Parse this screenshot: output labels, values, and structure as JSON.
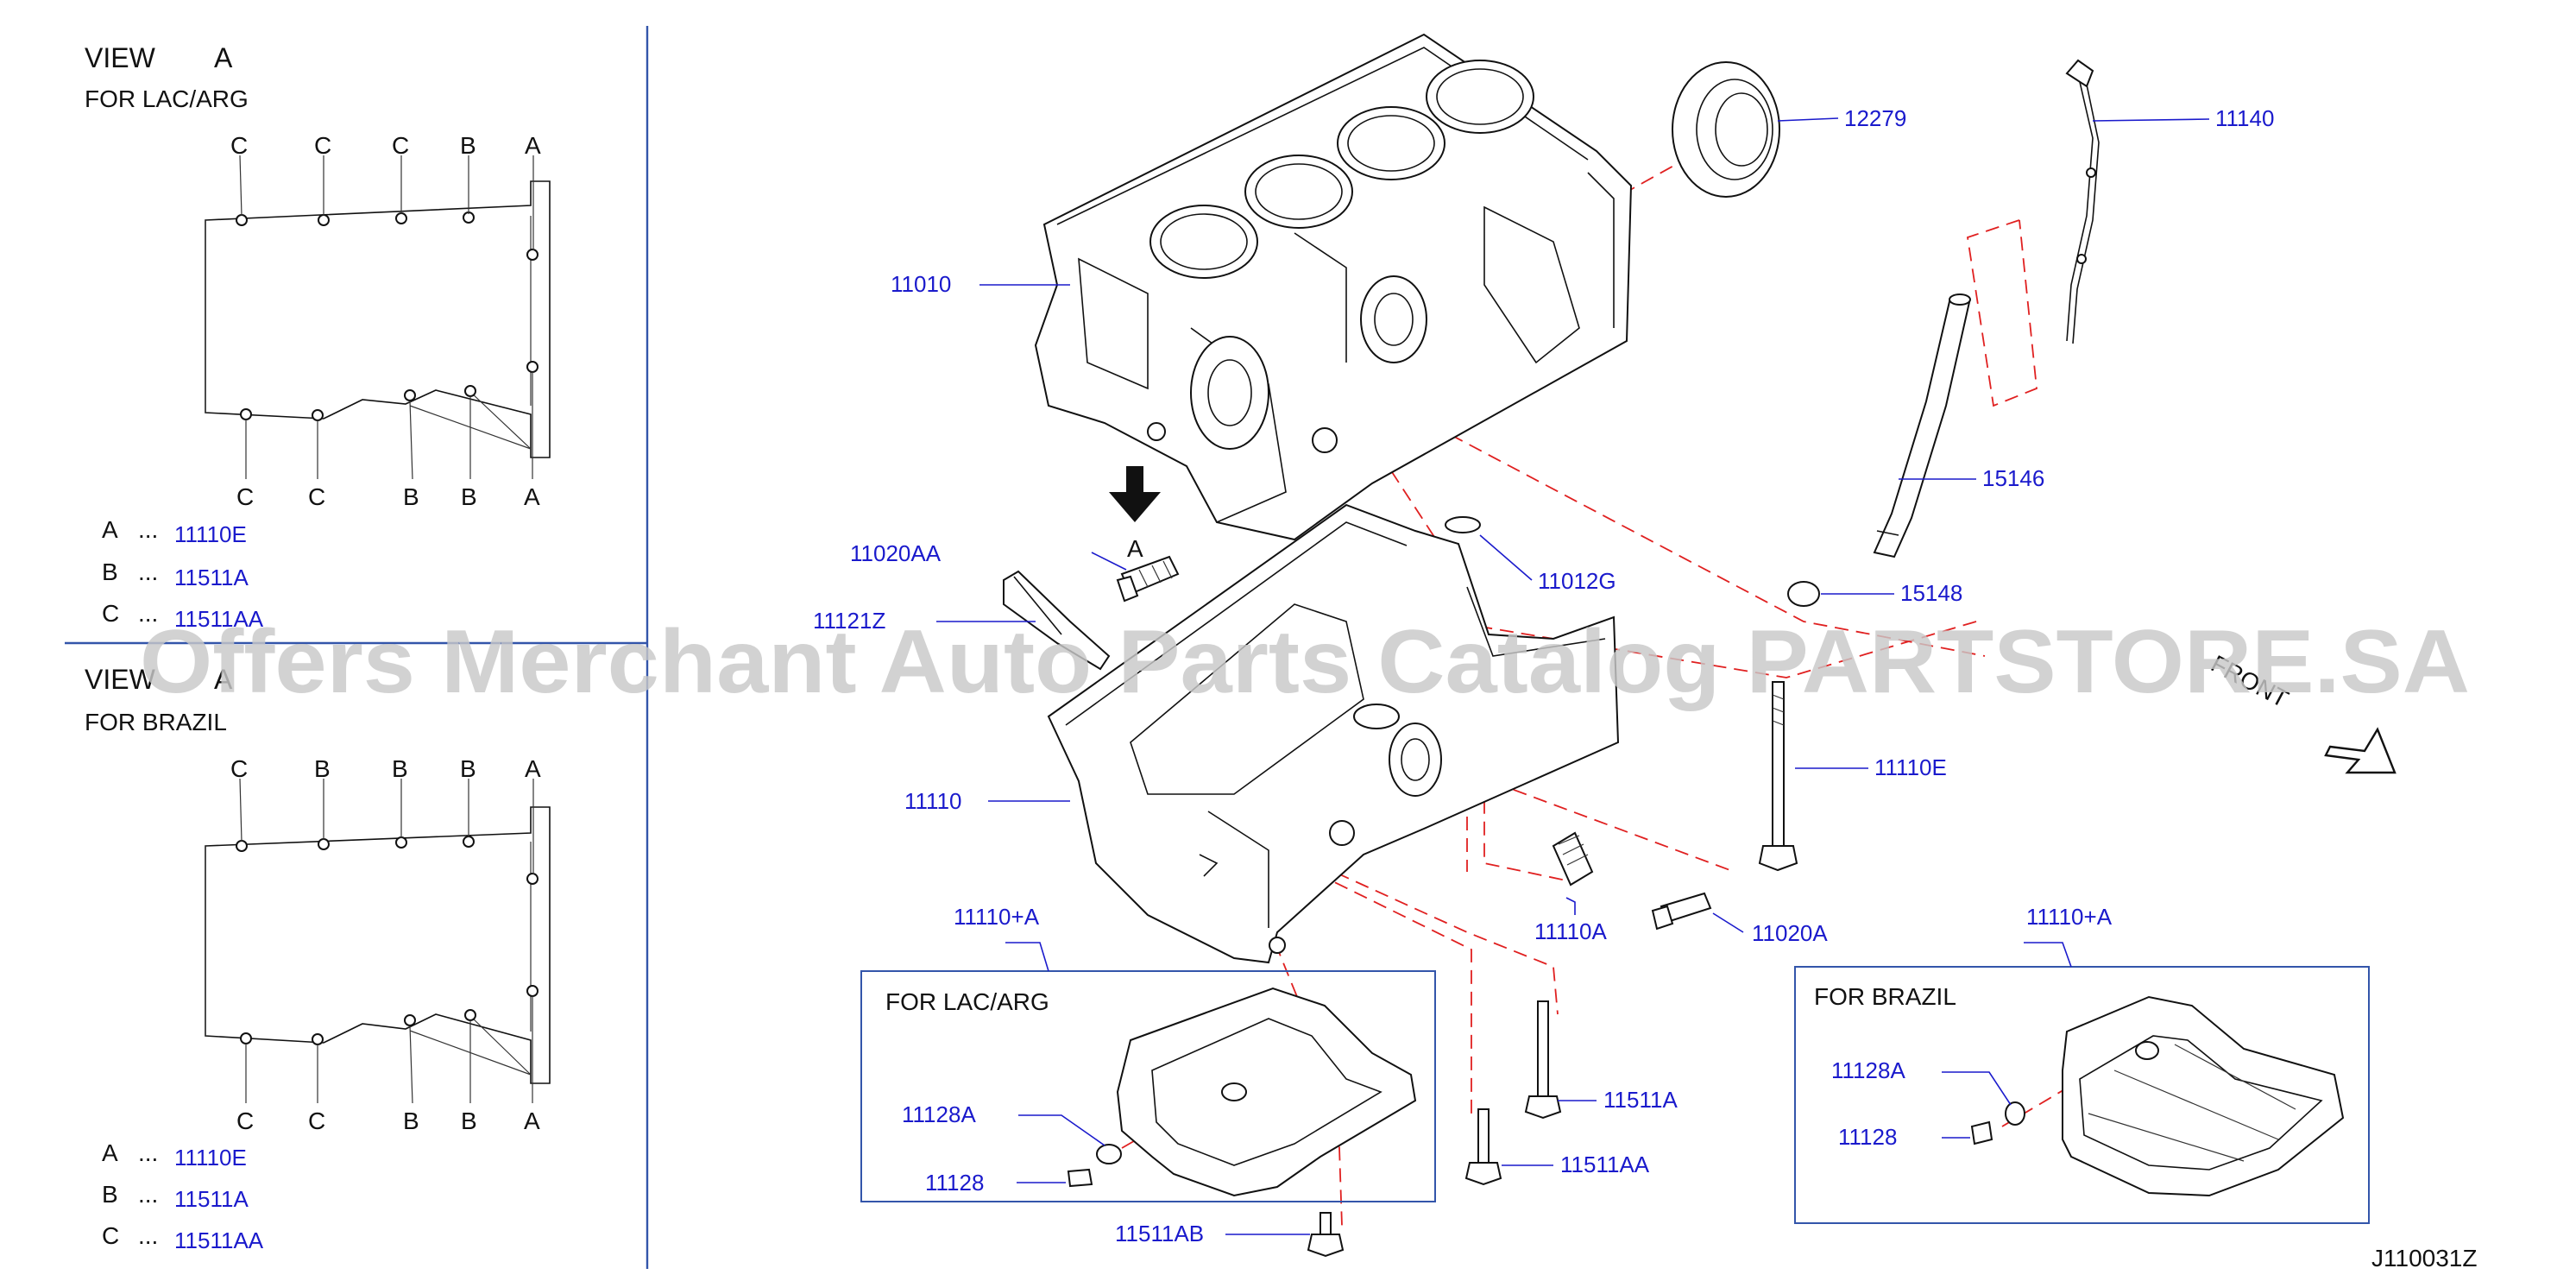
{
  "left_panels": [
    {
      "view_title": "VIEW",
      "view_letter": "A",
      "market": "FOR   LAC/ARG",
      "top_letters": [
        "C",
        "C",
        "C",
        "B",
        "A"
      ],
      "bottom_letters": [
        "C",
        "C",
        "B",
        "B",
        "A"
      ],
      "legend": [
        {
          "key": "A",
          "dots": "...",
          "part": "11110E"
        },
        {
          "key": "B",
          "dots": "...",
          "part": "11511A"
        },
        {
          "key": "C",
          "dots": "...",
          "part": "11511AA"
        }
      ]
    },
    {
      "view_title": "VIEW",
      "view_letter": "A",
      "market": "FOR   BRAZIL",
      "top_letters": [
        "C",
        "B",
        "B",
        "B",
        "A"
      ],
      "bottom_letters": [
        "C",
        "C",
        "B",
        "B",
        "A"
      ],
      "legend": [
        {
          "key": "A",
          "dots": "...",
          "part": "11110E"
        },
        {
          "key": "B",
          "dots": "...",
          "part": "11511A"
        },
        {
          "key": "C",
          "dots": "...",
          "part": "11511AA"
        }
      ]
    }
  ],
  "callouts": {
    "p12279": "12279",
    "p11140": "11140",
    "p11010": "11010",
    "p15146": "15146",
    "p15148": "15148",
    "p11020AA": "11020AA",
    "p11012G": "11012G",
    "p11121Z": "11121Z",
    "p11110E": "11110E",
    "p11110": "11110",
    "p11110A": "11110A",
    "p11020A": "11020A",
    "p11110pA_left": "11110+A",
    "p11110pA_right": "11110+A",
    "p11511A": "11511A",
    "p11511AA": "11511AA",
    "p11511AB": "11511AB",
    "p11128A_left": "11128A",
    "p11128_left": "11128",
    "p11128A_right": "11128A",
    "p11128_right": "11128"
  },
  "view_arrow_letter": "A",
  "inset_left_title": "FOR   LAC/ARG",
  "inset_right_title": "FOR   BRAZIL",
  "front_label": "FRONT",
  "diagram_code": "J110031Z",
  "watermark": "Offers Merchant Auto Parts Catalog PARTSTORE.SA",
  "colors": {
    "callout": "#1a1acc",
    "leader_dash": "#e02020",
    "frame": "#3355aa",
    "ink": "#111111"
  }
}
